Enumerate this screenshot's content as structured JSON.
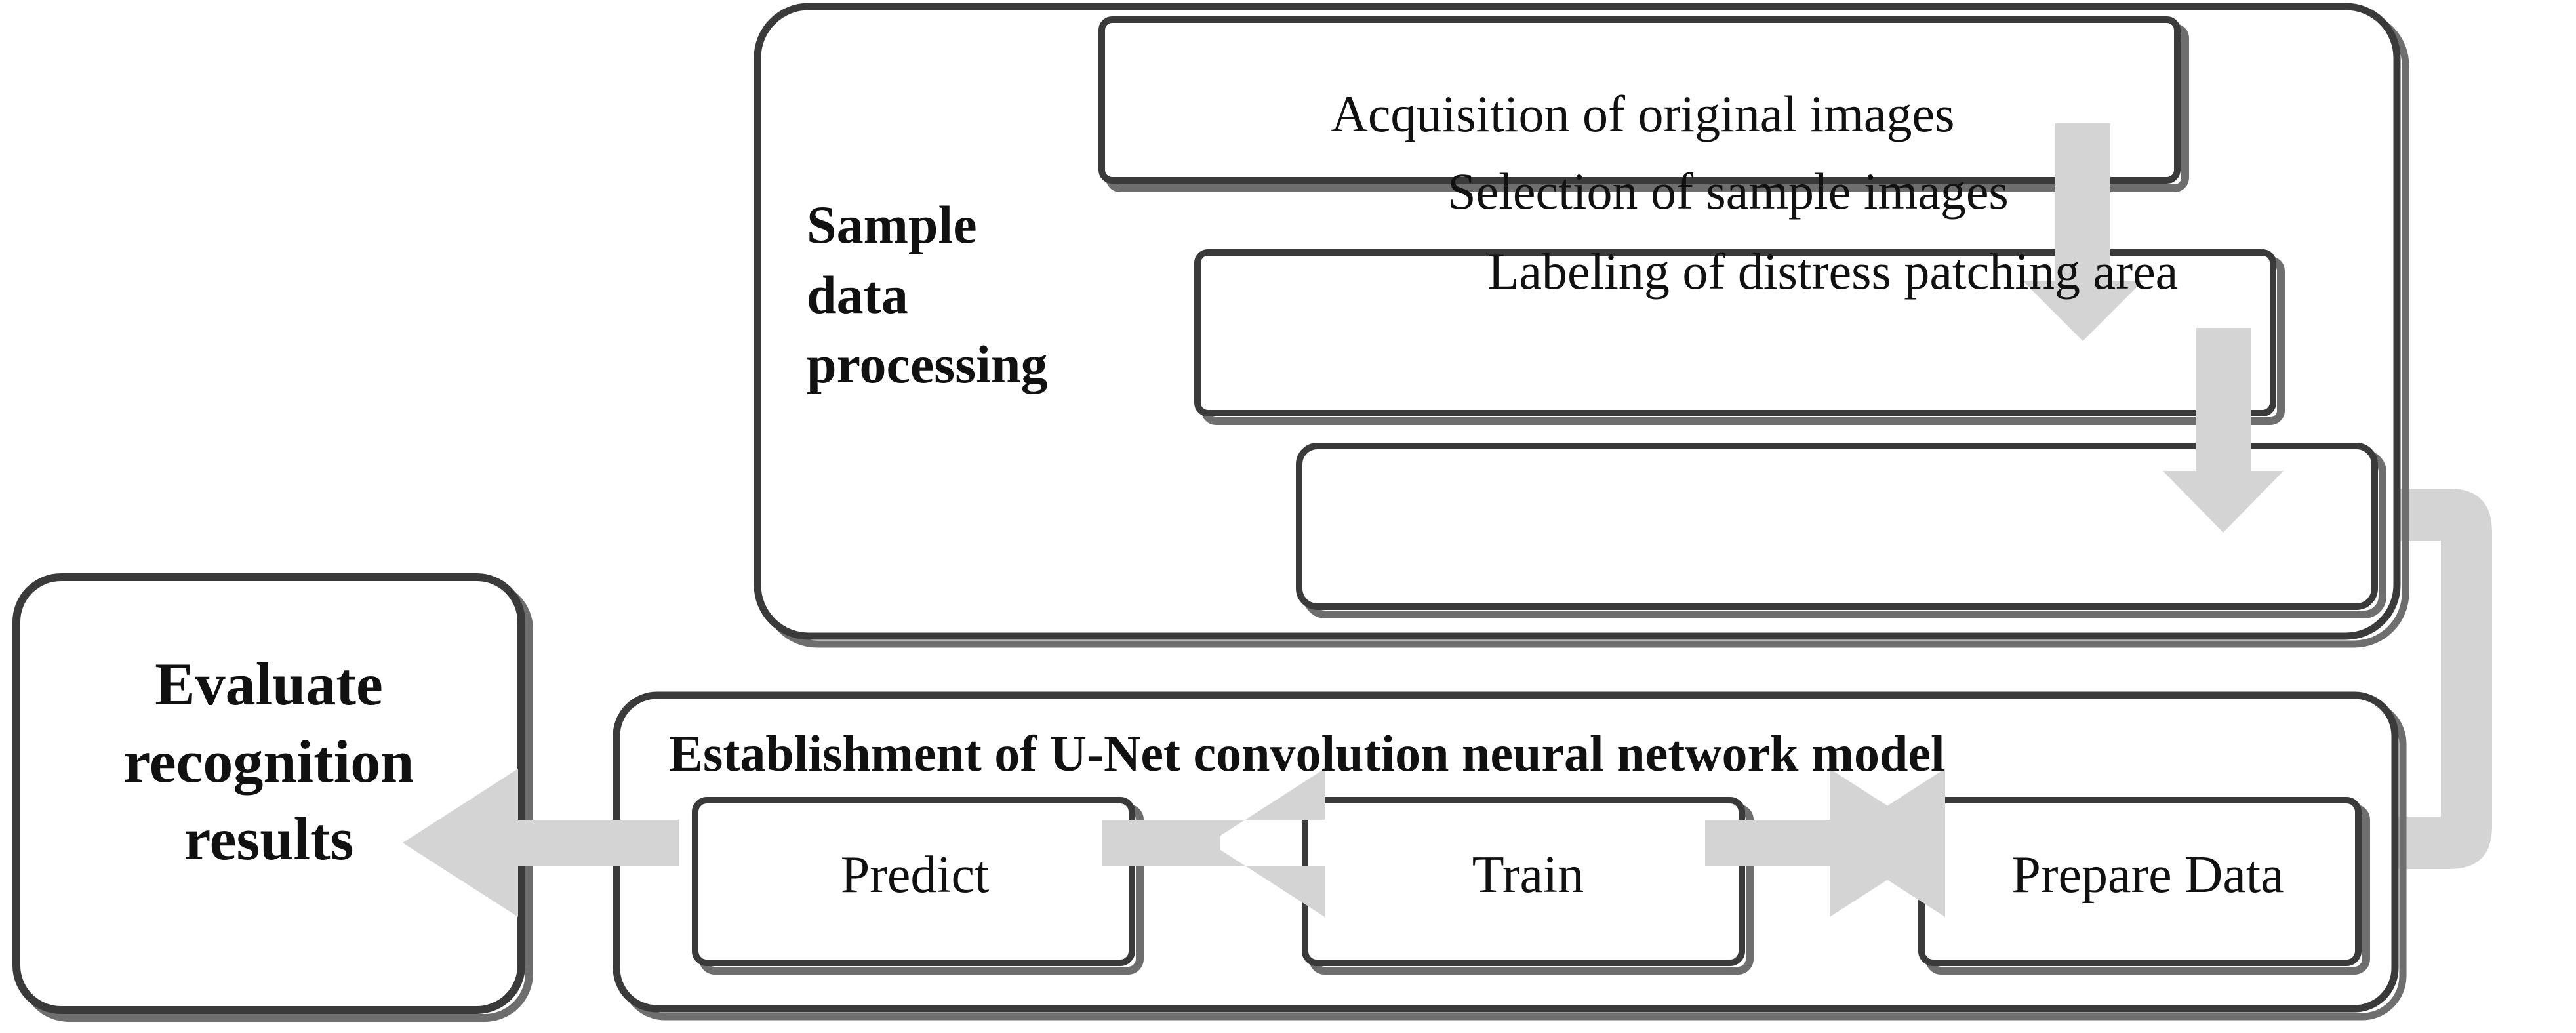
{
  "diagram": {
    "title": "U-Net distress patching recognition workflow",
    "colors": {
      "box_border": "#3a3a3a",
      "box_fill": "#ffffff",
      "arrow_fill": "#d4d4d4",
      "text": "#111111",
      "shadow": "#4a4a4a",
      "background": "#ffffff"
    },
    "groups": [
      {
        "id": "sample-data-processing",
        "label": "Sample\ndata\nprocessing",
        "label_lines": [
          "Sample",
          "data",
          "processing"
        ],
        "steps": [
          {
            "id": "acquisition-of-original-images",
            "label": "Acquisition of original images"
          },
          {
            "id": "selection-of-sample-images",
            "label": "Selection of sample images"
          },
          {
            "id": "labeling-of-distress-patching-area",
            "label": "Labeling of distress patching area"
          }
        ]
      },
      {
        "id": "unet-model",
        "label": "Establishment of U-Net convolution neural network model",
        "steps": [
          {
            "id": "predict",
            "label": "Predict"
          },
          {
            "id": "train",
            "label": "Train"
          },
          {
            "id": "prepare-data",
            "label": "Prepare Data"
          }
        ]
      }
    ],
    "terminal": {
      "id": "evaluate-recognition-results",
      "label": "Evaluate\nrecognition\nresults",
      "label_lines": [
        "Evaluate",
        "recognition",
        "results"
      ]
    },
    "arrows": [
      {
        "id": "arrow-acquisition-to-selection",
        "direction": "down",
        "from": "acquisition-of-original-images",
        "to": "selection-of-sample-images"
      },
      {
        "id": "arrow-selection-to-labeling",
        "direction": "down",
        "from": "selection-of-sample-images",
        "to": "labeling-of-distress-patching-area"
      },
      {
        "id": "arrow-labeling-to-prepare-data",
        "direction": "elbow-right-down-left",
        "from": "labeling-of-distress-patching-area",
        "to": "prepare-data"
      },
      {
        "id": "arrow-prepare-data-to-train",
        "direction": "left",
        "from": "prepare-data",
        "to": "train"
      },
      {
        "id": "arrow-train-to-predict",
        "direction": "left",
        "from": "train",
        "to": "predict"
      },
      {
        "id": "arrow-predict-to-evaluate",
        "direction": "left",
        "from": "predict",
        "to": "evaluate-recognition-results"
      }
    ]
  }
}
